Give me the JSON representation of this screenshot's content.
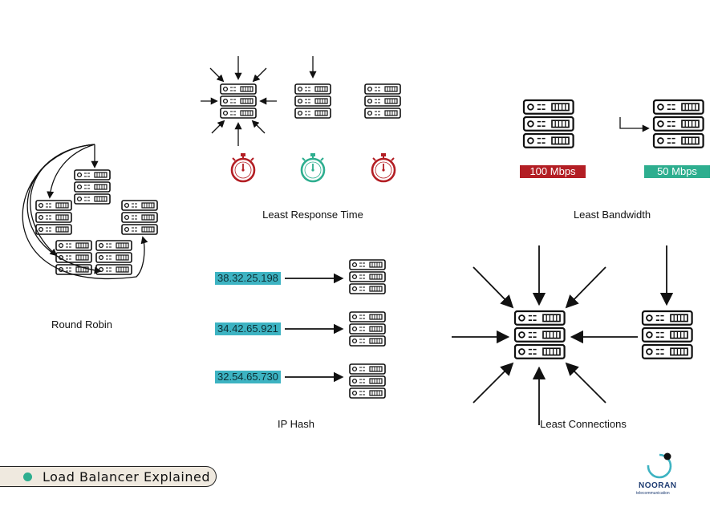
{
  "diagram": {
    "round_robin": {
      "label": "Round Robin"
    },
    "least_response_time": {
      "label": "Least Response Time"
    },
    "least_bandwidth": {
      "label": "Least Bandwidth",
      "badges": [
        {
          "text": "100 Mbps",
          "color": "#b31e24"
        },
        {
          "text": "50 Mbps",
          "color": "#2eae8f"
        }
      ]
    },
    "ip_hash": {
      "label": "IP Hash",
      "ips": [
        "38.32.25.198",
        "34.42.65.921",
        "32.54.65.730"
      ]
    },
    "least_connections": {
      "label": "Least Connections"
    },
    "colors": {
      "timer_red": "#b31e24",
      "timer_green": "#2eae8f",
      "ip_bg": "#3db3c2"
    }
  },
  "footer": {
    "title": "Load Balancer Explained"
  },
  "brand": {
    "name": "NOORAN",
    "tagline": "telecommunication"
  }
}
